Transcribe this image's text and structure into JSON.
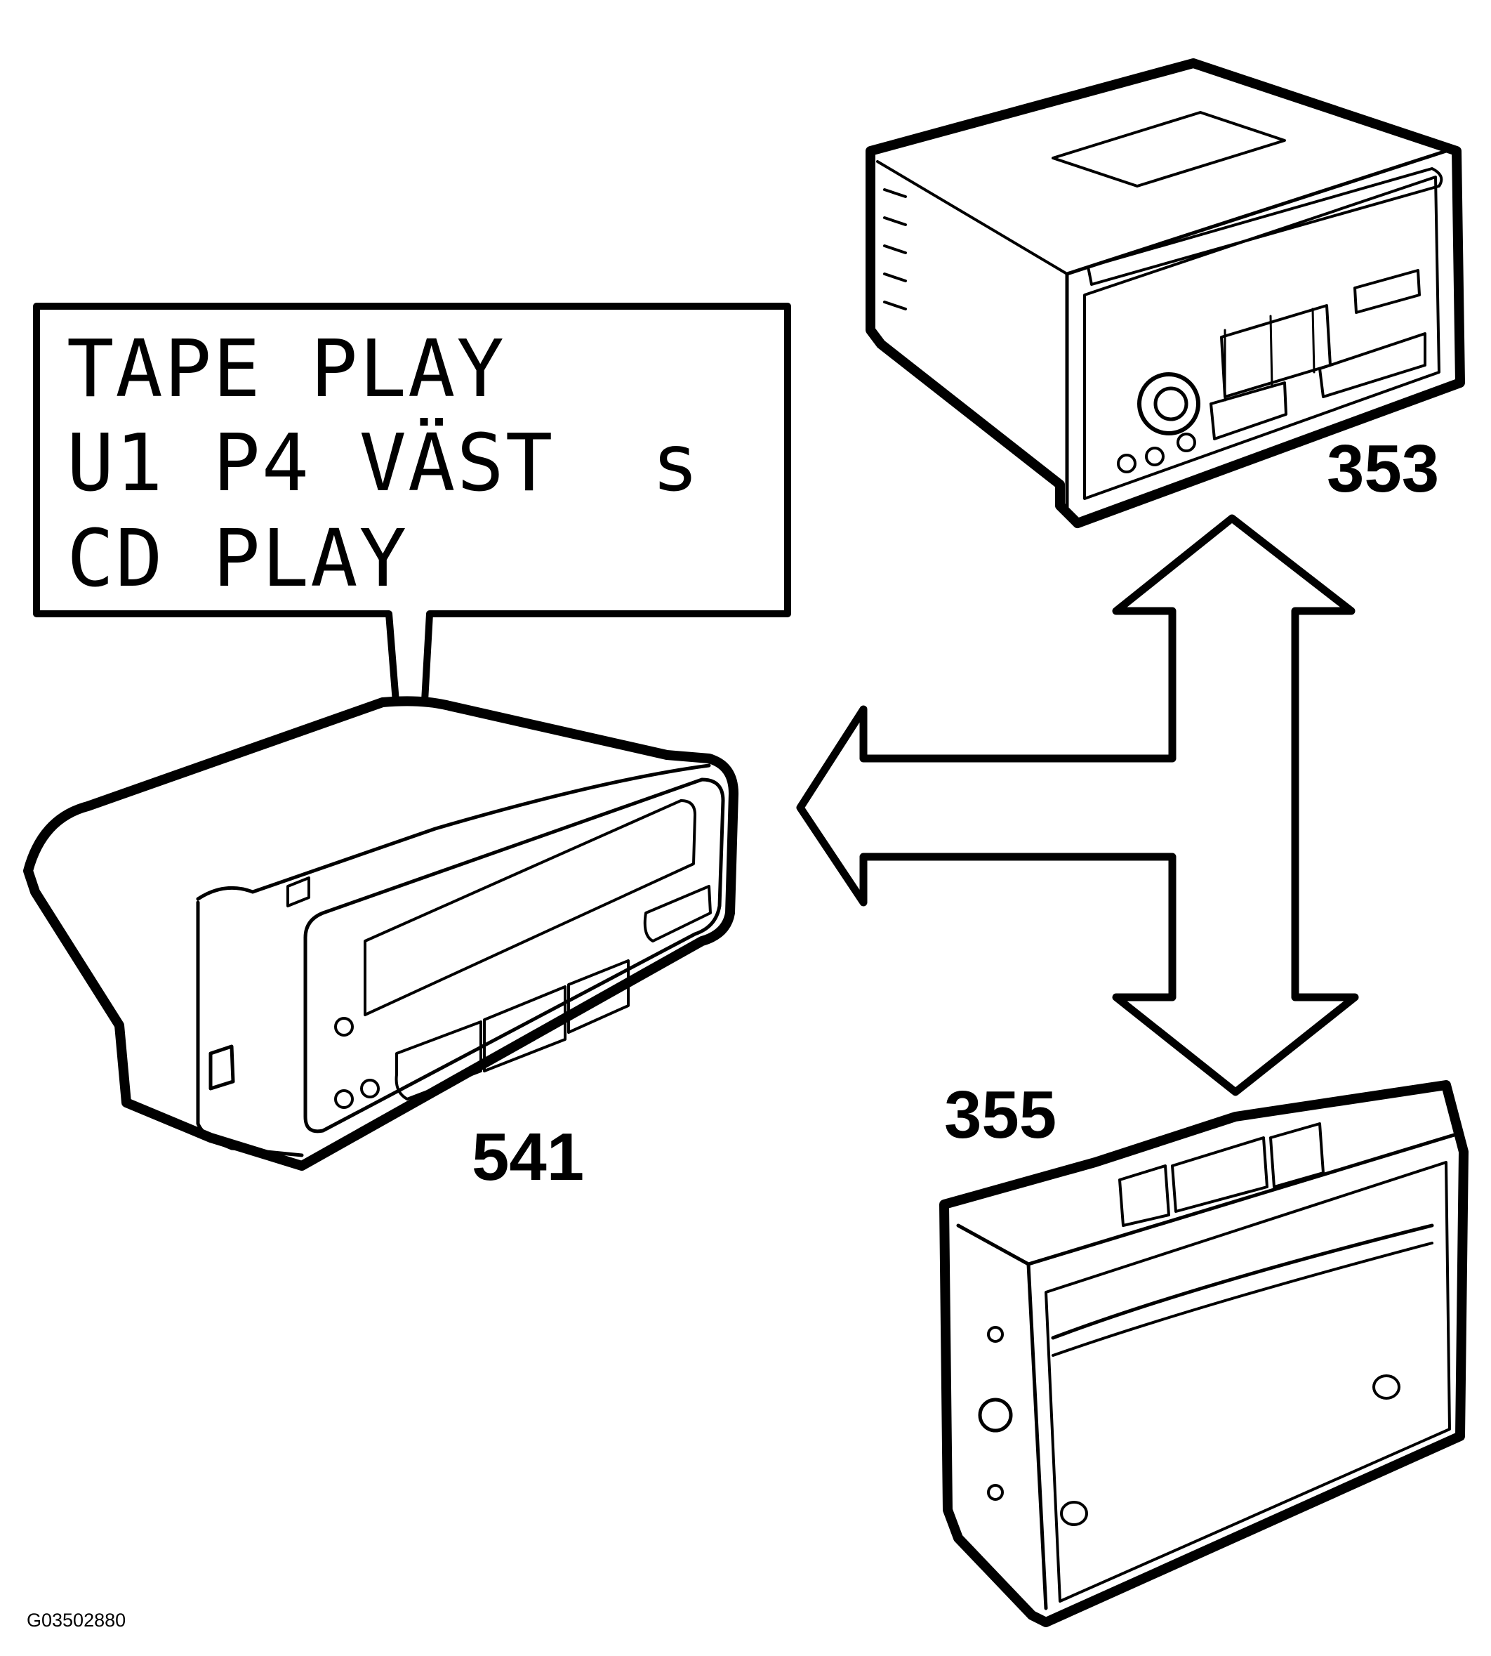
{
  "display": {
    "lines": [
      "TAPE PLAY",
      "U1 P4 VÄST  s",
      "CD PLAY"
    ]
  },
  "callouts": {
    "sid": "541",
    "radio": "353",
    "cd_changer": "355"
  },
  "figure_id": "G03502880"
}
